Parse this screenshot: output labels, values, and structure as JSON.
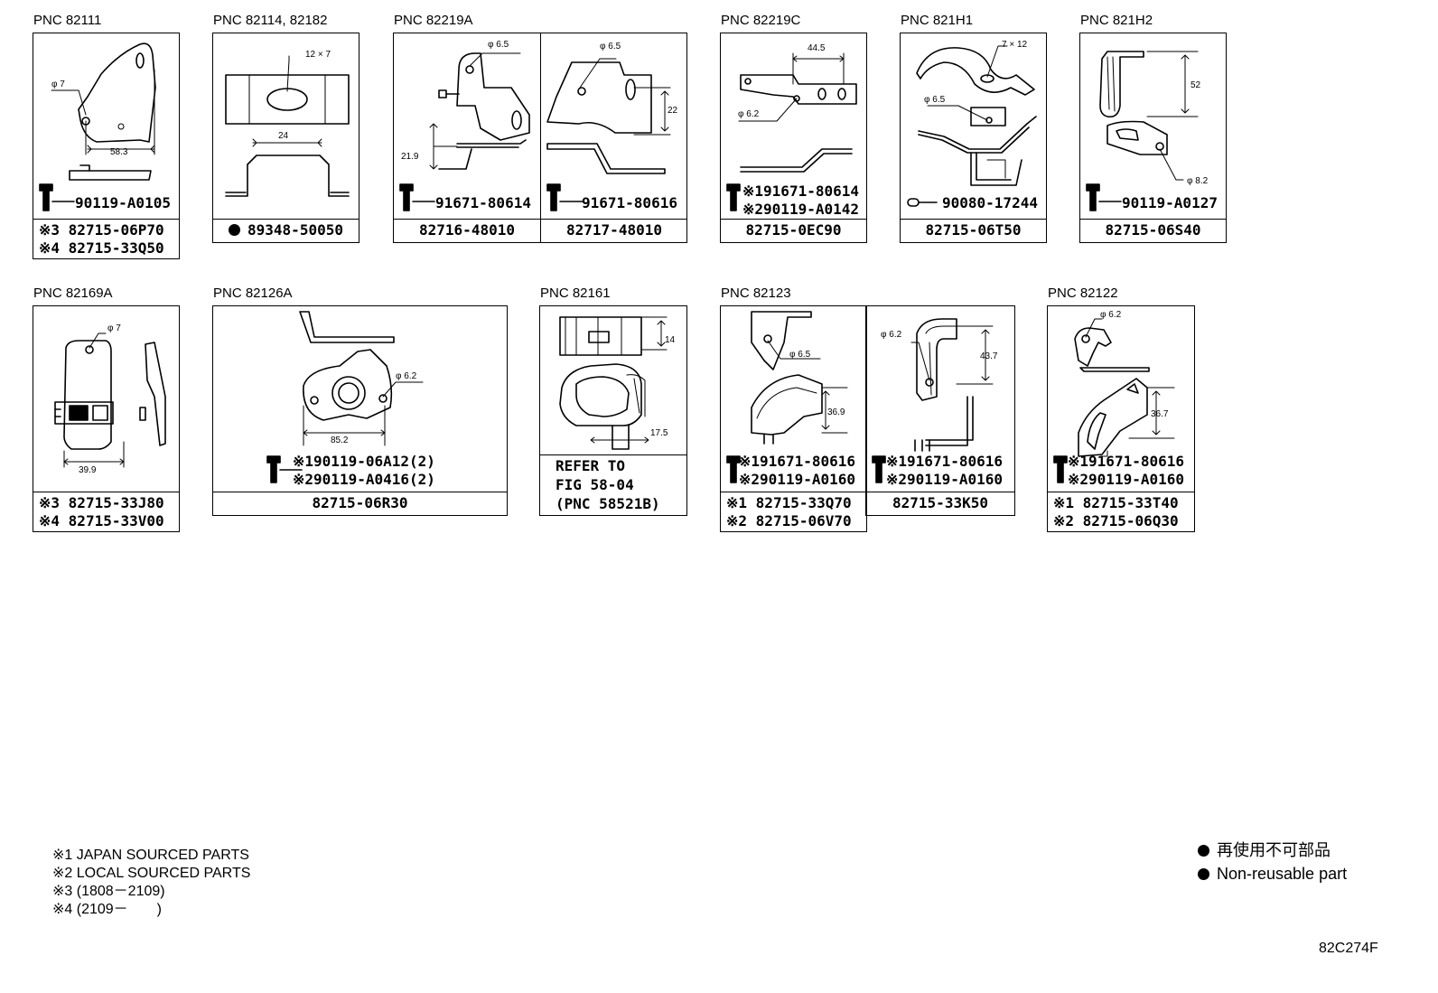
{
  "groups": [
    {
      "pnc": "PNC 82111",
      "dims": [
        "φ 7",
        "58.3"
      ],
      "bolt": "90119-A0105",
      "rows": [
        "※3 82715-06P70",
        "※4 82715-33Q50"
      ]
    },
    {
      "pnc": "PNC 82114, 82182",
      "dims": [
        "12 × 7",
        "24"
      ],
      "rows": [
        "89348-50050"
      ]
    },
    {
      "pnc": "PNC 82219A",
      "dims": [
        "φ 6.5",
        "21.9",
        "φ 6.5",
        "22"
      ],
      "bolt_left": "91671-80614",
      "bolt_right": "91671-80616",
      "rows": [
        "82716-48010",
        "82717-48010"
      ]
    },
    {
      "pnc": "PNC 82219C",
      "dims": [
        "44.5",
        "φ 6.2"
      ],
      "bolts": [
        "※191671-80614",
        "※290119-A0142"
      ],
      "rows": [
        "82715-0EC90"
      ]
    },
    {
      "pnc": "PNC 821H1",
      "dims": [
        "7 × 12",
        "φ 6.5"
      ],
      "bolt": "90080-17244",
      "rows": [
        "82715-06T50"
      ]
    },
    {
      "pnc": "PNC 821H2",
      "dims": [
        "52",
        "φ 8.2"
      ],
      "bolt": "90119-A0127",
      "rows": [
        "82715-06S40"
      ]
    },
    {
      "pnc": "PNC 82169A",
      "dims": [
        "φ 7",
        "39.9"
      ],
      "rows": [
        "※3 82715-33J80",
        "※4 82715-33V00"
      ]
    },
    {
      "pnc": "PNC 82126A",
      "dims": [
        "φ 6.2",
        "85.2"
      ],
      "bolts": [
        "※190119-06A12(2)",
        "※290119-A0416(2)"
      ],
      "rows": [
        "82715-06R30"
      ]
    },
    {
      "pnc": "PNC 82161",
      "dims": [
        "14",
        "17.5"
      ],
      "rows": [
        "REFER TO",
        "FIG 58-04",
        "(PNC 58521B)"
      ]
    },
    {
      "pnc": "PNC 82123",
      "dims": [
        "φ 6.5",
        "36.9",
        "φ 6.2",
        "43.7"
      ],
      "bolts_left": [
        "※191671-80616",
        "※290119-A0160"
      ],
      "bolts_right": [
        "※191671-80616",
        "※290119-A0160"
      ],
      "rows": [
        "※1 82715-33Q70",
        "※2 82715-06V70",
        "82715-33K50"
      ]
    },
    {
      "pnc": "PNC 82122",
      "dims": [
        "φ 6.2",
        "36.7"
      ],
      "bolts": [
        "※191671-80616",
        "※290119-A0160"
      ],
      "rows": [
        "※1 82715-33T40",
        "※2 82715-06Q30"
      ]
    }
  ],
  "notes": [
    "※1 JAPAN SOURCED PARTS",
    "※2 LOCAL SOURCED PARTS",
    "※3 (1808－2109)",
    "※4 (2109－　　)"
  ],
  "legend": [
    "再使用不可部品",
    "Non-reusable part"
  ],
  "figure_code": "82C274F"
}
